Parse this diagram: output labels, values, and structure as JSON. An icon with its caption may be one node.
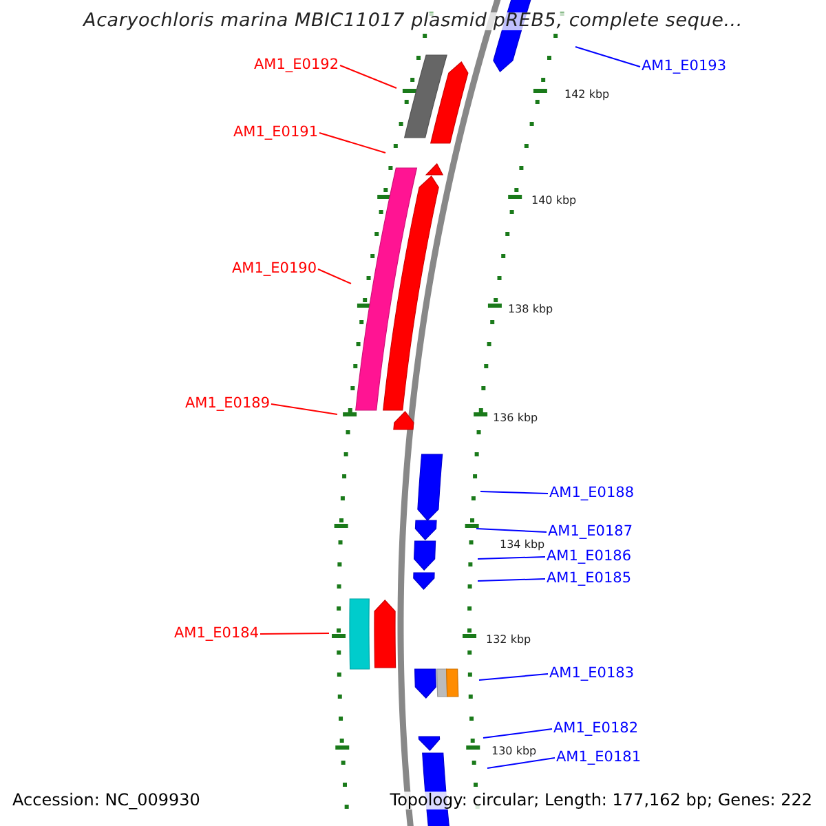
{
  "diagram": {
    "title": "Acaryochloris marina MBIC11017 plasmid pREB5, complete seque...",
    "nodes": [
      {
        "text": [
          "AM1_E0192"
        ]
      },
      {
        "text": [
          "AM1_E0193"
        ]
      },
      {
        "text": [
          "AM1_E0191"
        ]
      },
      {
        "text": [
          "AM1_E0190"
        ]
      },
      {
        "text": [
          "AM1_E0189"
        ]
      },
      {
        "text": [
          "AM1_E0188"
        ]
      },
      {
        "text": [
          "AM1_E0187"
        ]
      },
      {
        "text": [
          "AM1_E0186"
        ]
      },
      {
        "text": [
          "AM1_E0185"
        ]
      },
      {
        "text": [
          "AM1_E0184"
        ]
      },
      {
        "text": [
          "AM1_E0183"
        ]
      },
      {
        "text": [
          "AM1_E0182"
        ]
      },
      {
        "text": [
          "AM1_E0181"
        ]
      }
    ],
    "edges": [
      {
        "from": 0,
        "to": null,
        "arrow": "none",
        "color": "#ff0000"
      },
      {
        "from": 1,
        "to": null,
        "arrow": "none"
      },
      {
        "from": 2,
        "to": null,
        "arrow": "none",
        "color": "#ff0000"
      },
      {
        "from": 3,
        "to": null,
        "arrow": "none",
        "color": "#ff0000"
      },
      {
        "from": 4,
        "to": null,
        "arrow": "none",
        "color": "#ff0000"
      },
      {
        "from": 5,
        "to": null,
        "arrow": "none"
      },
      {
        "from": 6,
        "to": null,
        "arrow": "none"
      },
      {
        "from": 7,
        "to": null,
        "arrow": "none"
      },
      {
        "from": 8,
        "to": null,
        "arrow": "none"
      },
      {
        "from": 9,
        "to": null,
        "arrow": "none",
        "color": "#ff0000"
      },
      {
        "from": 10,
        "to": null,
        "arrow": "none"
      },
      {
        "from": 11,
        "to": null,
        "arrow": "none"
      },
      {
        "from": 12,
        "to": null,
        "arrow": "none"
      }
    ],
    "labels": [
      "142 kbp",
      "140 kbp",
      "138 kbp",
      "136 kbp",
      "134 kbp",
      "132 kbp",
      "130 kbp",
      "Accession: NC_009930",
      "Topology: circular; Length: 177,162 bp; Genes: 222"
    ]
  }
}
